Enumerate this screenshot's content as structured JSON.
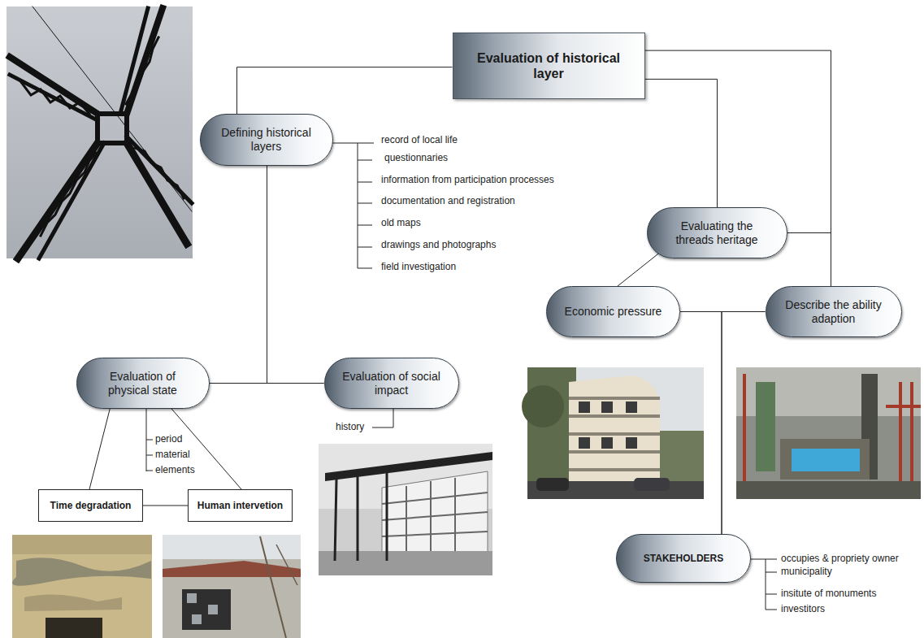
{
  "diagram": {
    "nodes": [
      {
        "text": [
          "Evaluation of historical layer"
        ]
      },
      {
        "text": [
          "Defining historical layers"
        ]
      },
      {
        "text": [
          "Evaluating the threads heritage"
        ]
      },
      {
        "text": [
          "Economic pressure"
        ]
      },
      {
        "text": [
          "Describe the ability adaption"
        ]
      },
      {
        "text": [
          "Evaluation of physical state"
        ]
      },
      {
        "text": [
          "Evaluation of social impact"
        ]
      },
      {
        "text": [
          "Time degradation"
        ]
      },
      {
        "text": [
          "Human intervetion"
        ]
      },
      {
        "text": [
          "STAKEHOLDERS"
        ]
      }
    ],
    "edges": [
      {
        "from": 0,
        "to": 1,
        "arrow": "none"
      },
      {
        "from": 0,
        "to": 2,
        "arrow": "none"
      },
      {
        "from": 0,
        "to": 4,
        "arrow": "none"
      },
      {
        "from": 2,
        "to": 4,
        "arrow": "none"
      },
      {
        "from": 2,
        "to": 3,
        "arrow": "none"
      },
      {
        "from": 3,
        "to": 4,
        "arrow": "none"
      },
      {
        "from": 3,
        "to": 9,
        "arrow": "none"
      },
      {
        "from": 4,
        "to": 9,
        "arrow": "none"
      },
      {
        "from": 1,
        "to": 5,
        "arrow": "none"
      },
      {
        "from": 1,
        "to": 6,
        "arrow": "none"
      },
      {
        "from": 5,
        "to": 6,
        "arrow": "none"
      },
      {
        "from": 5,
        "to": 7,
        "arrow": "none"
      },
      {
        "from": 5,
        "to": 8,
        "arrow": "none"
      },
      {
        "from": 7,
        "to": 8,
        "arrow": "none"
      }
    ],
    "labels": [
      "record of local life",
      "questionnaries",
      "information from participation processes",
      "documentation and registration",
      "old maps",
      "drawings and photographs",
      "field investigation",
      "period",
      "material",
      "elements",
      "history",
      "occupies & propriety owner",
      "municipality",
      "insitute of monuments",
      "investitors"
    ]
  }
}
